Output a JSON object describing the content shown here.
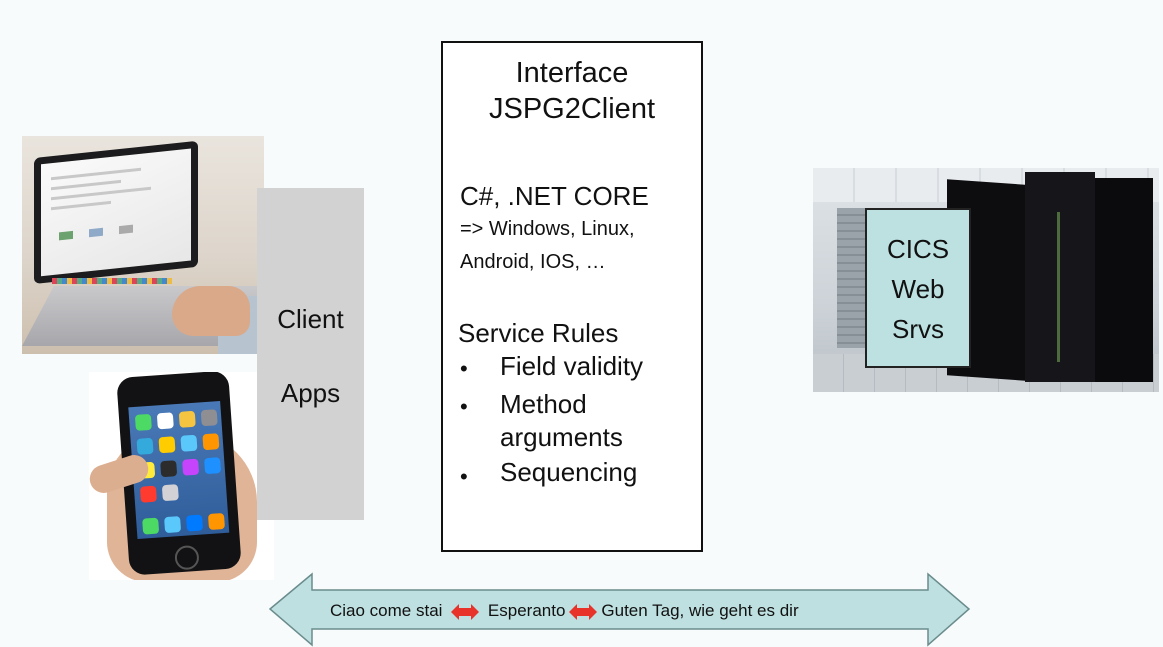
{
  "interface": {
    "title_line1": "Interface",
    "title_line2": "JSPG2Client",
    "tech_heading": "C#, .NET CORE",
    "tech_line1": "=> Windows, Linux,",
    "tech_line2": "Android, IOS, …",
    "rules_heading": "Service Rules",
    "bullet": "•",
    "rules": [
      "Field validity",
      "Method arguments",
      "Sequencing"
    ]
  },
  "client": {
    "line1": "Client",
    "line2": "Apps"
  },
  "server": {
    "line1": "CICS",
    "line2": "Web",
    "line3": "Srvs"
  },
  "arrow": {
    "text1": "Ciao come stai",
    "text2": "Esperanto",
    "text3": "Guten Tag, wie geht es dir"
  },
  "colors": {
    "arrow_fill": "#bfe0e0",
    "cics_fill": "#bde1e1",
    "client_fill": "#d2d2d2",
    "mini_arrow": "#e8332a"
  },
  "icons": {
    "laptop": "laptop-photo",
    "phone": "smartphone-photo",
    "server": "mainframe-photo",
    "double_arrow": "red-double-arrow-icon"
  }
}
